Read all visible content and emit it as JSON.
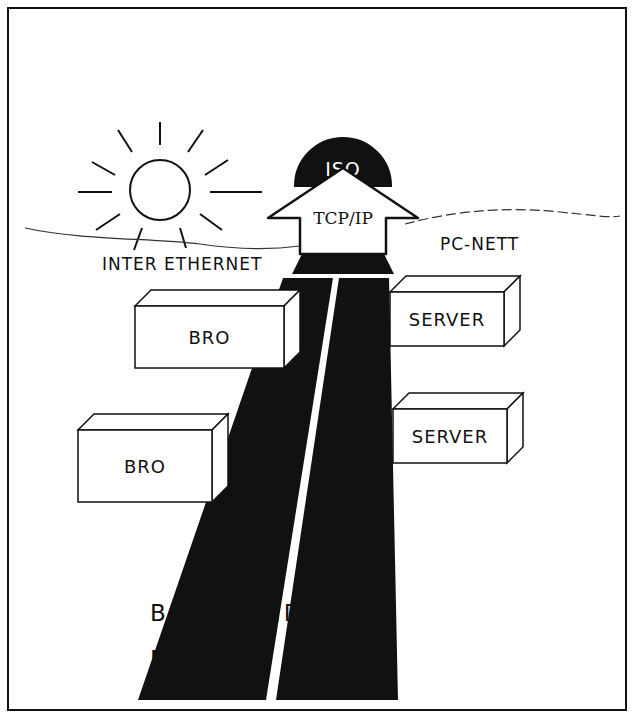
{
  "diagram": {
    "nodes": [
      {
        "text": [
          "ISO"
        ]
      },
      {
        "text": [
          "TCP/IP"
        ]
      },
      {
        "text": [
          "BRO"
        ]
      },
      {
        "text": [
          "SERVER"
        ]
      },
      {
        "text": [
          "BRO"
        ]
      },
      {
        "text": [
          "SERVER"
        ]
      }
    ],
    "labels": [
      "INTER ETHERNET",
      "PC-NETT",
      "BREDBÅNDS- NETT"
    ]
  }
}
